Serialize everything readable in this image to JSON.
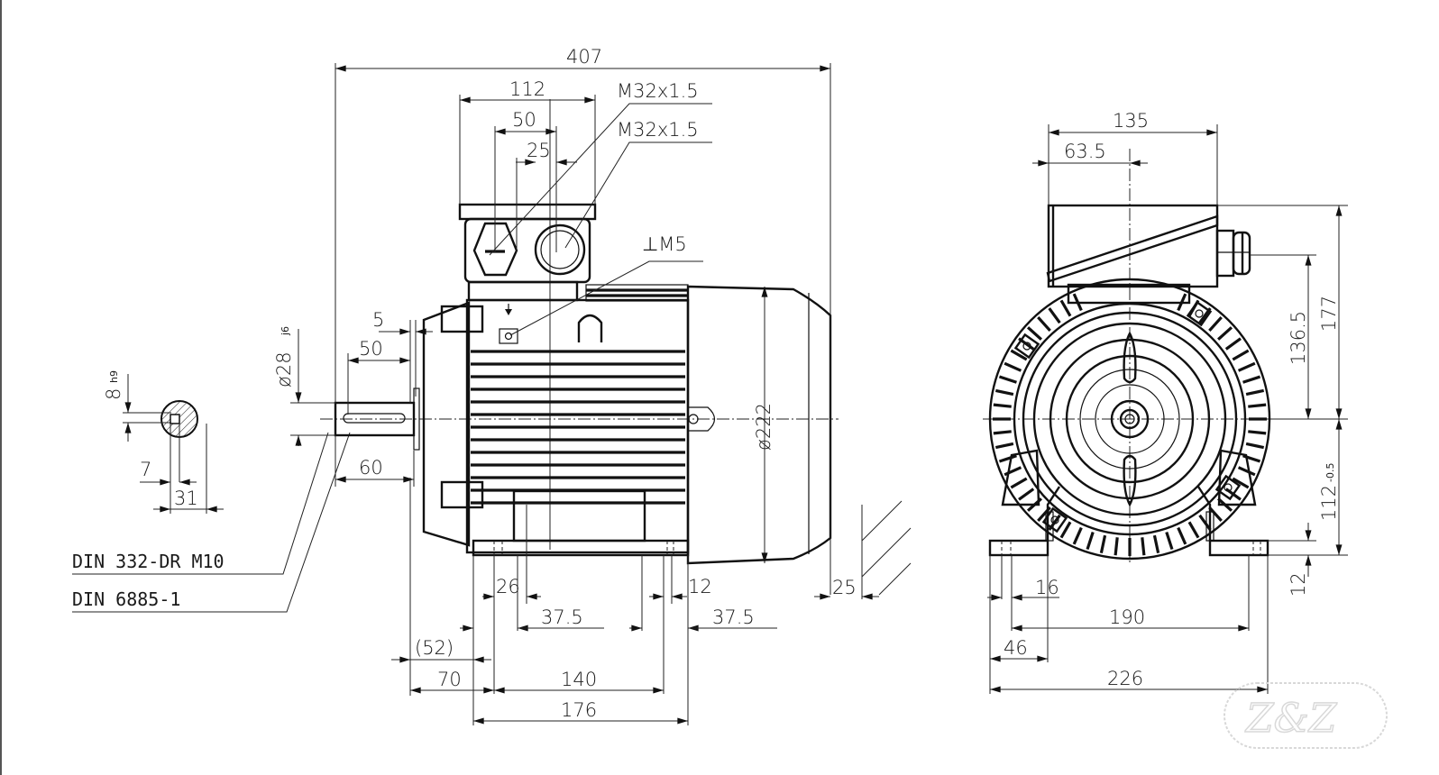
{
  "drawing": {
    "title": "Motor dimension drawing",
    "front_view": {
      "overall_length": "407",
      "terminal_box_width": "112",
      "gland_spacing": "50",
      "gland_offset": "25",
      "gland_thread_1": "M32x1.5",
      "gland_thread_2": "M32x1.5",
      "earth_thread": "M5",
      "shaft_shoulder": "5",
      "keyway_length": "50",
      "shaft_length": "60",
      "shaft_diameter": "ø28",
      "shaft_diameter_tol": "j6",
      "housing_diameter": "ø222",
      "foot_hole_dim": "26",
      "foot_hole_dim_right": "12",
      "foot_offset_left": "37.5",
      "foot_offset_right": "37.5",
      "shaft_to_foot_ref": "(52)",
      "shaft_to_hole": "70",
      "hole_spacing": "140",
      "foot_length": "176",
      "fan_clearance": "25"
    },
    "key_section": {
      "key_width": "8",
      "key_width_tol": "h9",
      "key_depth": "7",
      "shaft_height": "31"
    },
    "notes": {
      "center_hole": "DIN 332-DR M10",
      "key_standard": "DIN 6885-1"
    },
    "end_view": {
      "box_width": "135",
      "box_offset": "63.5",
      "gland_height": "136.5",
      "total_height_above_axis": "177",
      "shaft_height": "112",
      "shaft_height_tol": "-0.5",
      "foot_thickness": "12",
      "foot_hole": "16",
      "hole_spacing": "190",
      "foot_width_edge": "46",
      "foot_width": "226"
    },
    "watermark": "Z&Z",
    "colors": {
      "line": "#111111",
      "background": "#ffffff",
      "watermark": "#d9d9d9"
    }
  }
}
